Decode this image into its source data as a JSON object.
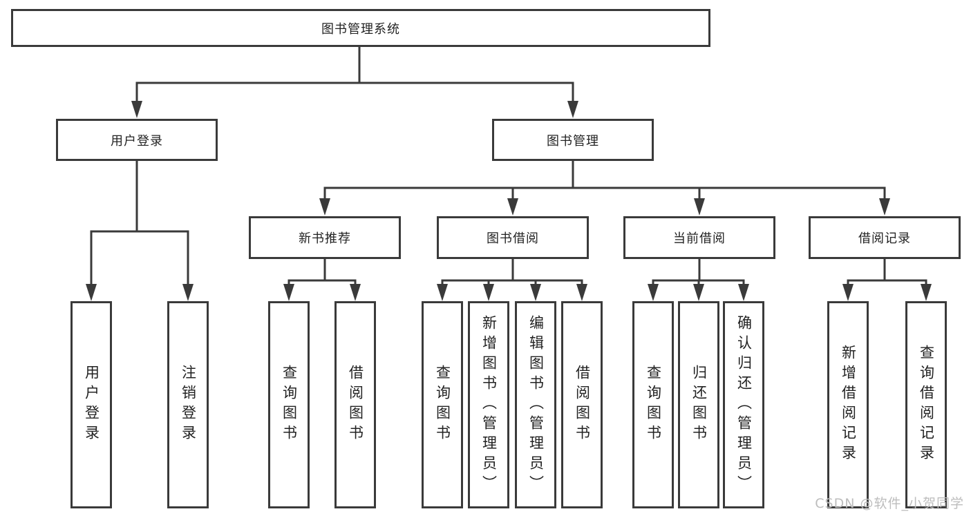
{
  "diagram": {
    "type": "hierarchy-tree",
    "tree": {
      "label": "图书管理系统",
      "children": [
        {
          "label": "用户登录",
          "children": [
            {
              "label": "用户登录"
            },
            {
              "label": "注销登录"
            }
          ]
        },
        {
          "label": "图书管理",
          "children": [
            {
              "label": "新书推荐",
              "children": [
                {
                  "label": "查询图书"
                },
                {
                  "label": "借阅图书"
                }
              ]
            },
            {
              "label": "图书借阅",
              "children": [
                {
                  "label": "查询图书"
                },
                {
                  "label": "新增图书（管理员）"
                },
                {
                  "label": "编辑图书（管理员）"
                },
                {
                  "label": "借阅图书"
                }
              ]
            },
            {
              "label": "当前借阅",
              "children": [
                {
                  "label": "查询图书"
                },
                {
                  "label": "归还图书"
                },
                {
                  "label": "确认归还（管理员）"
                }
              ]
            },
            {
              "label": "借阅记录",
              "children": [
                {
                  "label": "新增借阅记录"
                },
                {
                  "label": "查询借阅记录"
                }
              ]
            }
          ]
        }
      ]
    },
    "colors": {
      "line": "#3a3a3a",
      "box_border": "#3a3a3a",
      "box_fill": "#ffffff",
      "text": "#222222",
      "watermark": "#bdbdbd"
    }
  },
  "watermark": {
    "text": "CSDN @软件_小贺同学"
  }
}
